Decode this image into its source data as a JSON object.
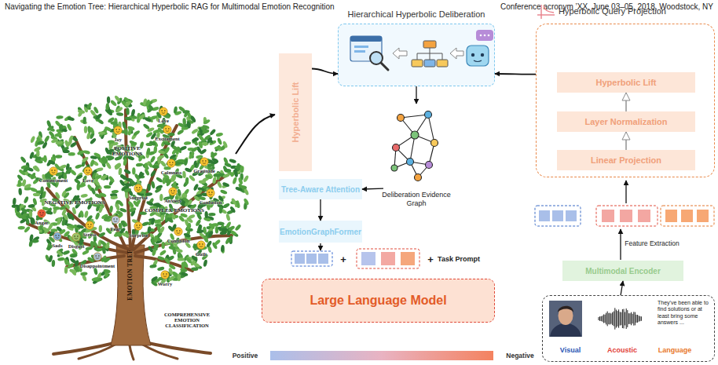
{
  "diagram": {
    "nodes": [
      {
        "text": [
          "Hyperbolic Lift"
        ]
      },
      {
        "text": [
          "Hierarchical Hyperbolic Deliberation"
        ]
      },
      {
        "text": [
          "Hyperbolic Query Projection"
        ]
      },
      {
        "text": [
          "Hyperbolic Lift"
        ],
        "in": 2
      },
      {
        "text": [
          "Layer Normalization"
        ],
        "in": 2
      },
      {
        "text": [
          "Linear Projection"
        ],
        "in": 2
      },
      {
        "text": [
          "Deliberation Evidence Graph"
        ]
      },
      {
        "text": [
          "Tree-Aware Attention"
        ]
      },
      {
        "text": [
          "EmotionGraphFormer"
        ]
      },
      {
        "text": [
          "Large Language Model"
        ]
      },
      {
        "text": [
          "Multimodal Encoder"
        ]
      },
      {
        "text": [
          "They've been able to find solutions or at least bring some answers ...",
          "Visual",
          "Acoustic",
          "Language"
        ]
      }
    ],
    "edges": [
      {
        "from": 0,
        "to": 1,
        "arrow": "to"
      },
      {
        "from": 2,
        "to": 1,
        "arrow": "to"
      },
      {
        "from": 1,
        "to": 6,
        "arrow": "to"
      },
      {
        "from": 6,
        "to": 7,
        "arrow": "to"
      },
      {
        "from": 7,
        "to": 8,
        "arrow": "to"
      },
      {
        "from": 5,
        "to": 4,
        "arrow": "to"
      },
      {
        "from": 4,
        "to": 3,
        "arrow": "to"
      },
      {
        "from": 11,
        "to": 10,
        "arrow": "to"
      }
    ],
    "labels": [
      "Navigating the Emotion Tree: Hierarchical Hyperbolic RAG for Multimodal Emotion Recognition",
      "Conference acronym ’XX, June 03–05, 2018, Woodstock, NY",
      "Joy",
      "Love",
      "Excitement",
      "POSITIVE EMOTIONS",
      "Contentment",
      "Love",
      "Calmness",
      "Gratitude",
      "Surprise",
      "Anxiety",
      "Confusion",
      "NEGATIVE EMOTIONS",
      "COMPLEX EMOTIONS",
      "Anger",
      "Stress",
      "Fear",
      "Sads",
      "Disgust",
      "Surprise",
      "Confusion",
      "Disappointment",
      "Guilt",
      "Worry",
      "EMOTION TREE",
      "COMPREHENSIVE EMOTION CLASSIFICATION",
      "+",
      "+",
      "Task Prompt",
      "Feature Extraction",
      "Positive",
      "Negative"
    ]
  }
}
